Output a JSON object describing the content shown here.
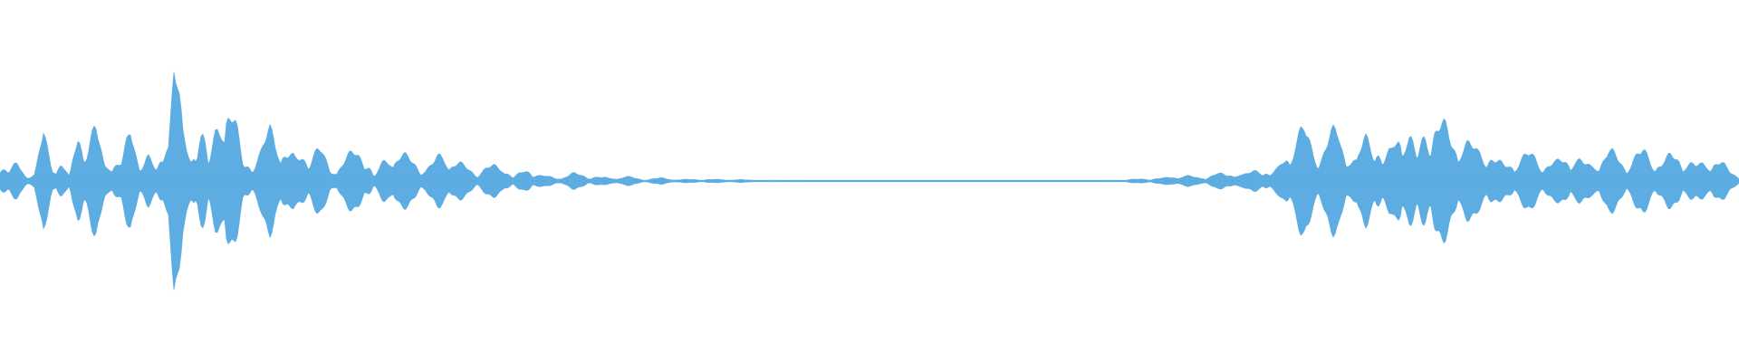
{
  "waveform": {
    "color": "#5dade2",
    "background": "#ffffff",
    "sample_count": 960,
    "peak_envelope": [
      [
        0.0,
        0.14
      ],
      [
        0.005,
        0.06
      ],
      [
        0.01,
        0.12
      ],
      [
        0.015,
        0.04
      ],
      [
        0.02,
        0.05
      ],
      [
        0.025,
        0.32
      ],
      [
        0.03,
        0.1
      ],
      [
        0.035,
        0.14
      ],
      [
        0.04,
        0.02
      ],
      [
        0.045,
        0.34
      ],
      [
        0.05,
        0.28
      ],
      [
        0.055,
        0.36
      ],
      [
        0.06,
        0.1
      ],
      [
        0.065,
        0.16
      ],
      [
        0.07,
        0.12
      ],
      [
        0.075,
        0.34
      ],
      [
        0.08,
        0.16
      ],
      [
        0.085,
        0.18
      ],
      [
        0.09,
        0.06
      ],
      [
        0.094,
        0.18
      ],
      [
        0.1,
        0.96
      ],
      [
        0.105,
        0.3
      ],
      [
        0.11,
        0.14
      ],
      [
        0.115,
        0.46
      ],
      [
        0.12,
        0.1
      ],
      [
        0.13,
        0.66
      ],
      [
        0.135,
        0.4
      ],
      [
        0.14,
        0.1
      ],
      [
        0.145,
        0.14
      ],
      [
        0.15,
        0.2
      ],
      [
        0.155,
        0.34
      ],
      [
        0.16,
        0.3
      ],
      [
        0.165,
        0.2
      ],
      [
        0.17,
        0.14
      ],
      [
        0.175,
        0.18
      ],
      [
        0.18,
        0.22
      ],
      [
        0.185,
        0.2
      ],
      [
        0.19,
        0.06
      ],
      [
        0.195,
        0.12
      ],
      [
        0.2,
        0.16
      ],
      [
        0.205,
        0.2
      ],
      [
        0.21,
        0.2
      ],
      [
        0.215,
        0.02
      ],
      [
        0.22,
        0.12
      ],
      [
        0.225,
        0.2
      ],
      [
        0.23,
        0.18
      ],
      [
        0.24,
        0.12
      ],
      [
        0.245,
        0.08
      ],
      [
        0.25,
        0.13
      ],
      [
        0.255,
        0.2
      ],
      [
        0.26,
        0.14
      ],
      [
        0.27,
        0.08
      ],
      [
        0.275,
        0.06
      ],
      [
        0.28,
        0.09
      ],
      [
        0.29,
        0.11
      ],
      [
        0.295,
        0.02
      ],
      [
        0.3,
        0.06
      ],
      [
        0.305,
        0.08
      ],
      [
        0.31,
        0.04
      ],
      [
        0.32,
        0.02
      ],
      [
        0.33,
        0.05
      ],
      [
        0.34,
        0.03
      ],
      [
        0.35,
        0.02
      ],
      [
        0.36,
        0.03
      ],
      [
        0.37,
        0.01
      ],
      [
        0.38,
        0.02
      ],
      [
        0.39,
        0.01
      ],
      [
        0.4,
        0.01
      ],
      [
        0.42,
        0.01
      ],
      [
        0.44,
        0.005
      ],
      [
        0.46,
        0.005
      ],
      [
        0.5,
        0.004
      ],
      [
        0.55,
        0.004
      ],
      [
        0.6,
        0.003
      ],
      [
        0.62,
        0.002
      ],
      [
        0.64,
        0.005
      ],
      [
        0.65,
        0.01
      ],
      [
        0.67,
        0.02
      ],
      [
        0.68,
        0.04
      ],
      [
        0.69,
        0.02
      ],
      [
        0.7,
        0.05
      ],
      [
        0.705,
        0.04
      ],
      [
        0.71,
        0.06
      ],
      [
        0.715,
        0.04
      ],
      [
        0.72,
        0.06
      ],
      [
        0.725,
        0.1
      ],
      [
        0.73,
        0.04
      ],
      [
        0.735,
        0.08
      ],
      [
        0.74,
        0.2
      ],
      [
        0.745,
        0.3
      ],
      [
        0.75,
        0.34
      ],
      [
        0.755,
        0.22
      ],
      [
        0.76,
        0.2
      ],
      [
        0.765,
        0.3
      ],
      [
        0.77,
        0.34
      ],
      [
        0.775,
        0.2
      ],
      [
        0.78,
        0.12
      ],
      [
        0.785,
        0.3
      ],
      [
        0.79,
        0.34
      ],
      [
        0.795,
        0.12
      ],
      [
        0.8,
        0.2
      ],
      [
        0.805,
        0.4
      ],
      [
        0.81,
        0.34
      ],
      [
        0.815,
        0.14
      ],
      [
        0.82,
        0.38
      ],
      [
        0.825,
        0.42
      ],
      [
        0.83,
        0.36
      ],
      [
        0.835,
        0.28
      ],
      [
        0.84,
        0.3
      ],
      [
        0.845,
        0.24
      ],
      [
        0.85,
        0.2
      ],
      [
        0.855,
        0.22
      ],
      [
        0.86,
        0.14
      ],
      [
        0.865,
        0.1
      ],
      [
        0.87,
        0.14
      ],
      [
        0.875,
        0.16
      ],
      [
        0.88,
        0.18
      ],
      [
        0.885,
        0.14
      ],
      [
        0.89,
        0.12
      ],
      [
        0.895,
        0.12
      ],
      [
        0.9,
        0.16
      ],
      [
        0.905,
        0.18
      ],
      [
        0.91,
        0.12
      ],
      [
        0.915,
        0.1
      ],
      [
        0.92,
        0.16
      ],
      [
        0.925,
        0.2
      ],
      [
        0.93,
        0.16
      ],
      [
        0.935,
        0.12
      ],
      [
        0.94,
        0.16
      ],
      [
        0.945,
        0.2
      ],
      [
        0.95,
        0.16
      ],
      [
        0.955,
        0.12
      ],
      [
        0.96,
        0.16
      ],
      [
        0.965,
        0.18
      ],
      [
        0.97,
        0.14
      ],
      [
        0.975,
        0.1
      ],
      [
        0.98,
        0.12
      ],
      [
        0.985,
        0.16
      ],
      [
        0.99,
        0.12
      ],
      [
        0.995,
        0.06
      ],
      [
        1.0,
        0.04
      ]
    ]
  }
}
